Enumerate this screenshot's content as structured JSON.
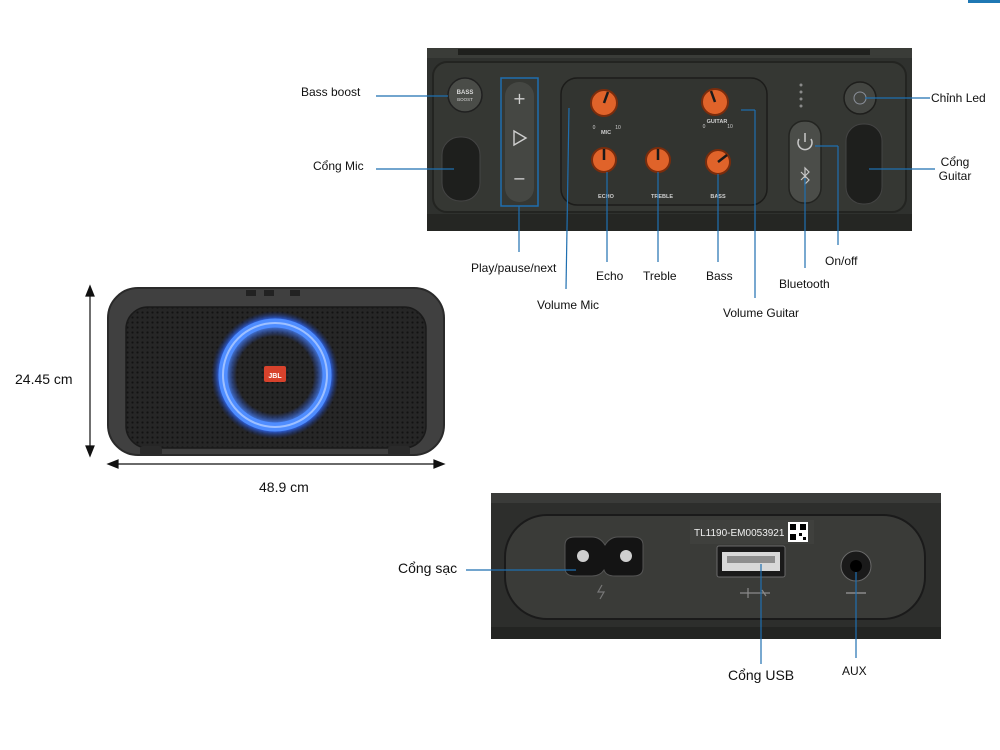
{
  "control_panel": {
    "labels": {
      "bass_boost": "Bass boost",
      "mic_port": "Cổng Mic",
      "play_pause_next": "Play/pause/next",
      "volume_mic": "Volume Mic",
      "echo": "Echo",
      "treble": "Treble",
      "bass": "Bass",
      "volume_guitar": "Volume Guitar",
      "bluetooth": "Bluetooth",
      "on_off": "On/off",
      "led": "Chỉnh Led",
      "guitar_port_line1": "Cổng",
      "guitar_port_line2": "Guitar"
    },
    "knob_labels": {
      "mic": "MIC",
      "guitar": "GUITAR",
      "echo": "ECHO",
      "treble": "TREBLE",
      "bass": "BASS",
      "min": "0",
      "max": "10"
    },
    "button_text": {
      "bass_boost_line1": "BASS",
      "bass_boost_line2": "BOOST"
    }
  },
  "speaker": {
    "height": "24.45 cm",
    "width": "48.9 cm",
    "brand": "JBL"
  },
  "rear_panel": {
    "serial": "TL1190-EM0053921",
    "labels": {
      "charge_port": "Cổng sạc",
      "usb_port": "Cổng USB",
      "aux": "AUX"
    }
  },
  "colors": {
    "callout_line": "#1f6fb0",
    "panel_dark": "#2e302d",
    "knob_orange": "#e0632a",
    "ring_blue": "#3d7bff"
  }
}
